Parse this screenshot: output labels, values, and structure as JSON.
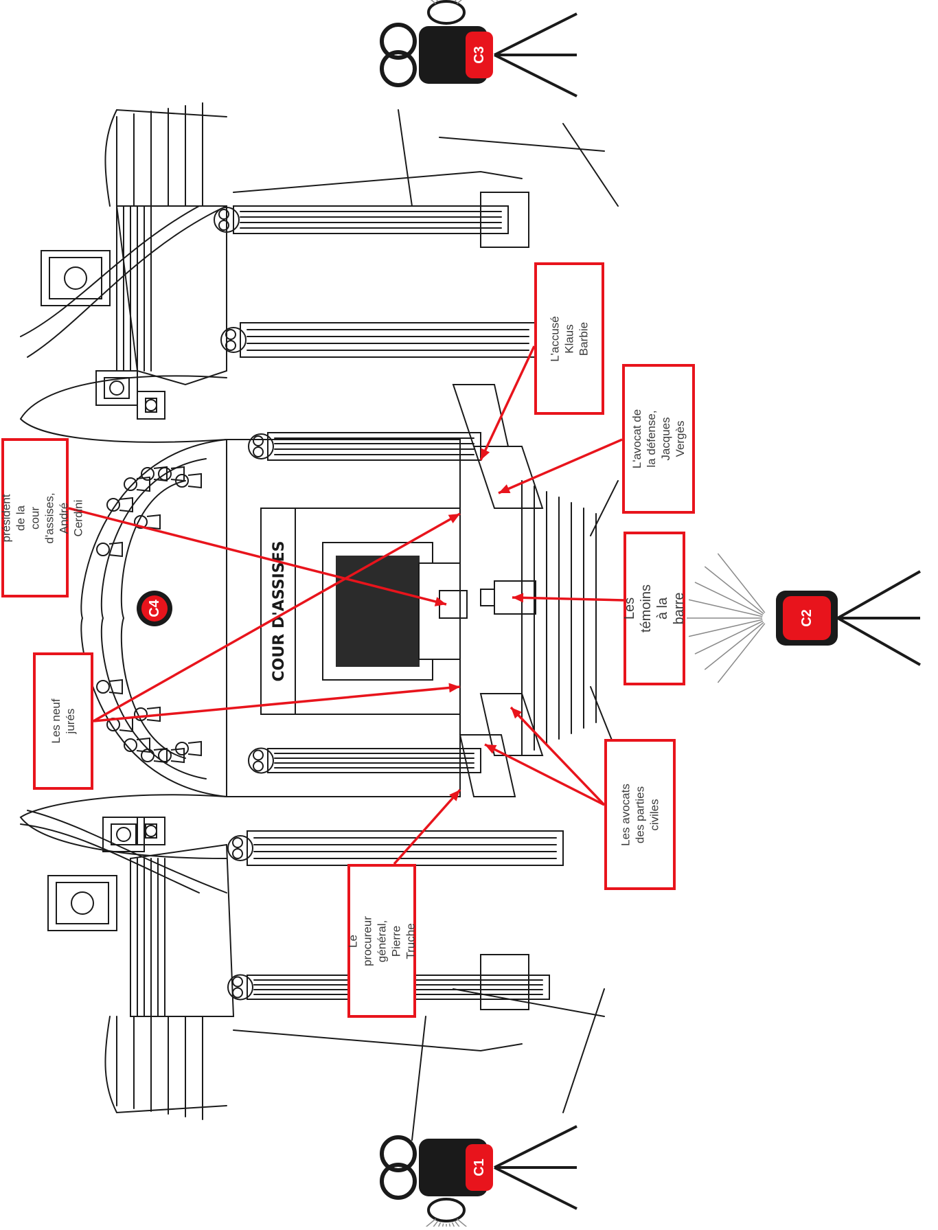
{
  "colors": {
    "accent": "#e8141c",
    "ink": "#1a1a1a",
    "label_text": "#3a3a3a",
    "background": "#ffffff"
  },
  "sign": "COUR D'ASSISES",
  "cameras": [
    {
      "id": "c1",
      "label": "C1"
    },
    {
      "id": "c2",
      "label": "C2"
    },
    {
      "id": "c3",
      "label": "C3"
    },
    {
      "id": "c4",
      "label": "C4"
    }
  ],
  "labels": {
    "president": "Le président de la\ncour d'assises,\nAndré Cerdini",
    "jures": "Les neuf jurés",
    "procureur": "Le procureur\ngénéral,\nPierre Truche",
    "accuse": "L'accusé Klaus\nBarbie",
    "avocat_defense": "L'avocat de\nla défense,\nJacques Vergès",
    "temoins": "Les témoins\nà la barre",
    "avocats_parties": "Les avocats\ndes parties civiles"
  }
}
